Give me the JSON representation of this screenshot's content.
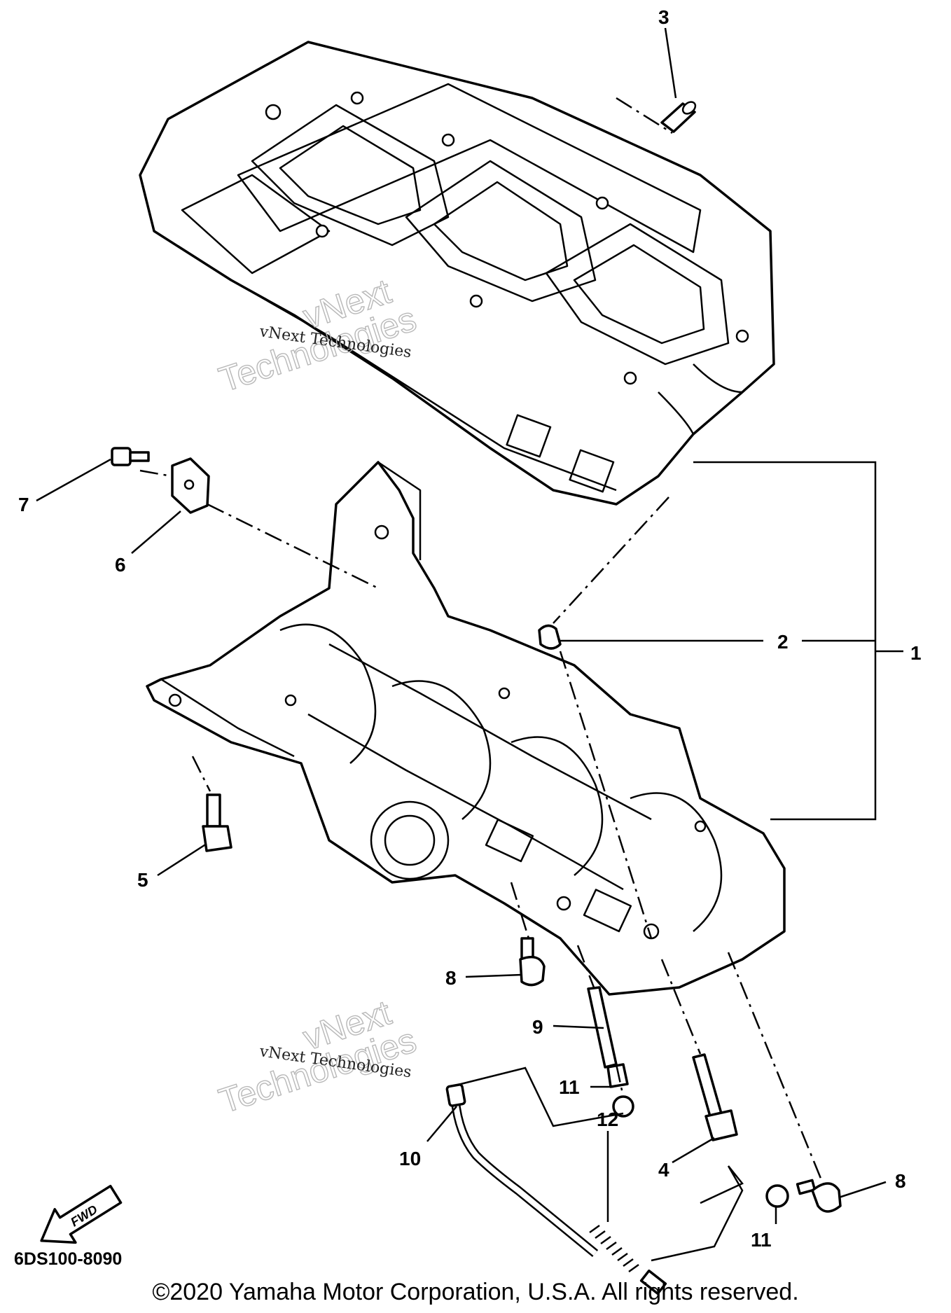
{
  "callouts": {
    "c1": "1",
    "c2": "2",
    "c3": "3",
    "c4": "4",
    "c5": "5",
    "c6": "6",
    "c7": "7",
    "c8a": "8",
    "c8b": "8",
    "c9": "9",
    "c10": "10",
    "c11a": "11",
    "c11b": "11",
    "c12": "12"
  },
  "watermarks": {
    "top_small": "vNext Technologies",
    "top_big_1": "vNext",
    "top_big_2": "Technologies",
    "bottom_small": "vNext Technologies",
    "bottom_big_1": "vNext",
    "bottom_big_2": "Technologies"
  },
  "fwd_label": "FWD",
  "diagram_code": "6DS100-8090",
  "copyright": "©2020 Yamaha Motor Corporation, U.S.A. All rights reserved."
}
